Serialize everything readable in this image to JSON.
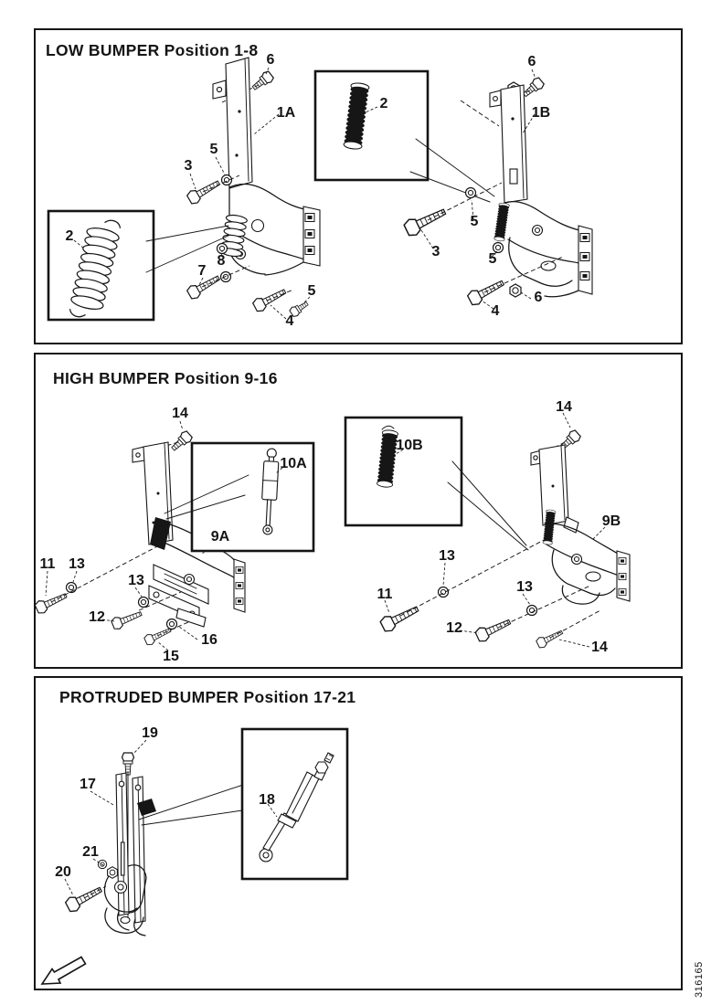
{
  "figure_number": "316165",
  "colors": {
    "ink": "#151515",
    "paper": "#ffffff"
  },
  "panels": [
    {
      "title": "LOW BUMPER Position 1-8",
      "callouts": [
        {
          "text": "6"
        },
        {
          "text": "1A"
        },
        {
          "text": "5"
        },
        {
          "text": "3"
        },
        {
          "text": "2"
        },
        {
          "text": "8"
        },
        {
          "text": "7"
        },
        {
          "text": "4"
        },
        {
          "text": "5"
        },
        {
          "text": "2"
        },
        {
          "text": "6"
        },
        {
          "text": "1B"
        },
        {
          "text": "5"
        },
        {
          "text": "3"
        },
        {
          "text": "5"
        },
        {
          "text": "4"
        },
        {
          "text": "6"
        }
      ]
    },
    {
      "title": "HIGH BUMPER Position 9-16",
      "callouts": [
        {
          "text": "14"
        },
        {
          "text": "10A"
        },
        {
          "text": "9A"
        },
        {
          "text": "11"
        },
        {
          "text": "13"
        },
        {
          "text": "13"
        },
        {
          "text": "12"
        },
        {
          "text": "16"
        },
        {
          "text": "15"
        },
        {
          "text": "10B"
        },
        {
          "text": "14"
        },
        {
          "text": "9B"
        },
        {
          "text": "13"
        },
        {
          "text": "11"
        },
        {
          "text": "13"
        },
        {
          "text": "12"
        },
        {
          "text": "14"
        }
      ]
    },
    {
      "title": "PROTRUDED BUMPER Position 17-21",
      "callouts": [
        {
          "text": "19"
        },
        {
          "text": "17"
        },
        {
          "text": "21"
        },
        {
          "text": "20"
        },
        {
          "text": "18"
        }
      ]
    }
  ]
}
